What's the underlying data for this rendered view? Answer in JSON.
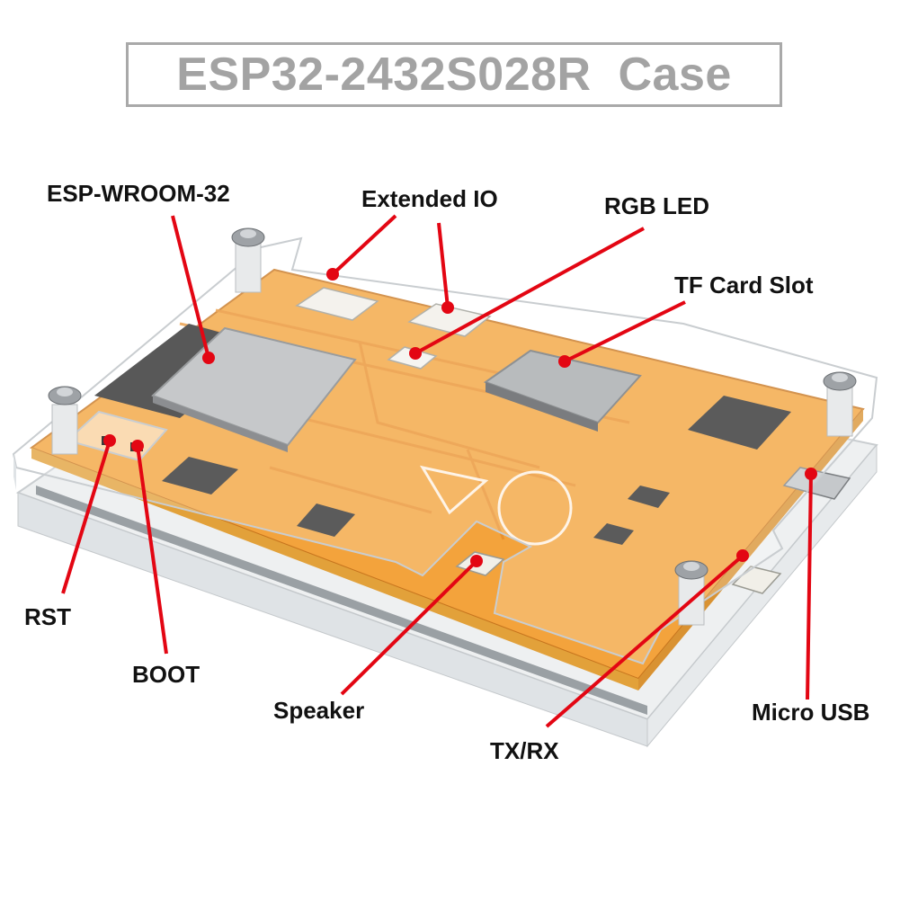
{
  "title": "ESP32-2432S028R  Case",
  "labels": {
    "esp_wroom": "ESP-WROOM-32",
    "extended_io": "Extended IO",
    "rgb_led": "RGB LED",
    "tf_card": "TF Card Slot",
    "rst": "RST",
    "boot": "BOOT",
    "speaker": "Speaker",
    "tx_rx": "TX/RX",
    "micro_usb": "Micro USB"
  },
  "colors": {
    "callout": "#e30613",
    "pcb": "#f3a33c",
    "title_gray": "#a3a3a3",
    "acrylic_edge": "#d9dde0"
  }
}
